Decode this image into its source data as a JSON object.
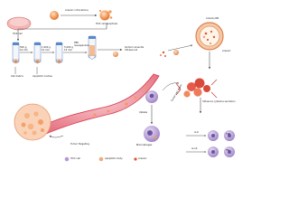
{
  "labels": {
    "hc2_cell": "HC2 cell",
    "arsenic_trioxide": "Arsenic nitrocellone",
    "hc2_apoptosis": "HC2 cell apoptosis",
    "step_1": "500 g\n10 min",
    "step_2": "1,600 g\n10 min",
    "step_3": "5,000 g\n15 min",
    "step_4": "PBS\nresuspension",
    "cell_debris_left": "Cell debris",
    "apoptotic_bodies": "Apoptotic bodies",
    "sodium_arsenite_ultrasound": "Sodium arsenite\nUltrasound",
    "arsenic_ab": "Arsenic/AB",
    "arsenic": "Arsenic",
    "tumor_targeting": "Tumor Targeting",
    "uptake": "Uptake",
    "macrophages": "Macrophages",
    "influence_cytokine": "Influence cytokine secretion",
    "tumor_cell_death": "Tumor cell death",
    "il6": "IL-6",
    "il10": "IL-10",
    "tnf": "TNF",
    "ifn": "IFN"
  },
  "legend": {
    "items": [
      {
        "label": "HCC cell",
        "color": "#b39ad6"
      },
      {
        "label": "Apoptotic body",
        "color": "#f2a97c"
      },
      {
        "label": "Arsenic",
        "color": "#e05a2a"
      }
    ]
  },
  "colors": {
    "orange": "#f08a3c",
    "orange_light": "#f6b582",
    "red": "#d84a3a",
    "vessel": "#e94b5c",
    "purple": "#b39ad6",
    "tube_blue": "#5a88c8",
    "arrow": "#4a4a4a",
    "teal": "#3aa7a0"
  }
}
